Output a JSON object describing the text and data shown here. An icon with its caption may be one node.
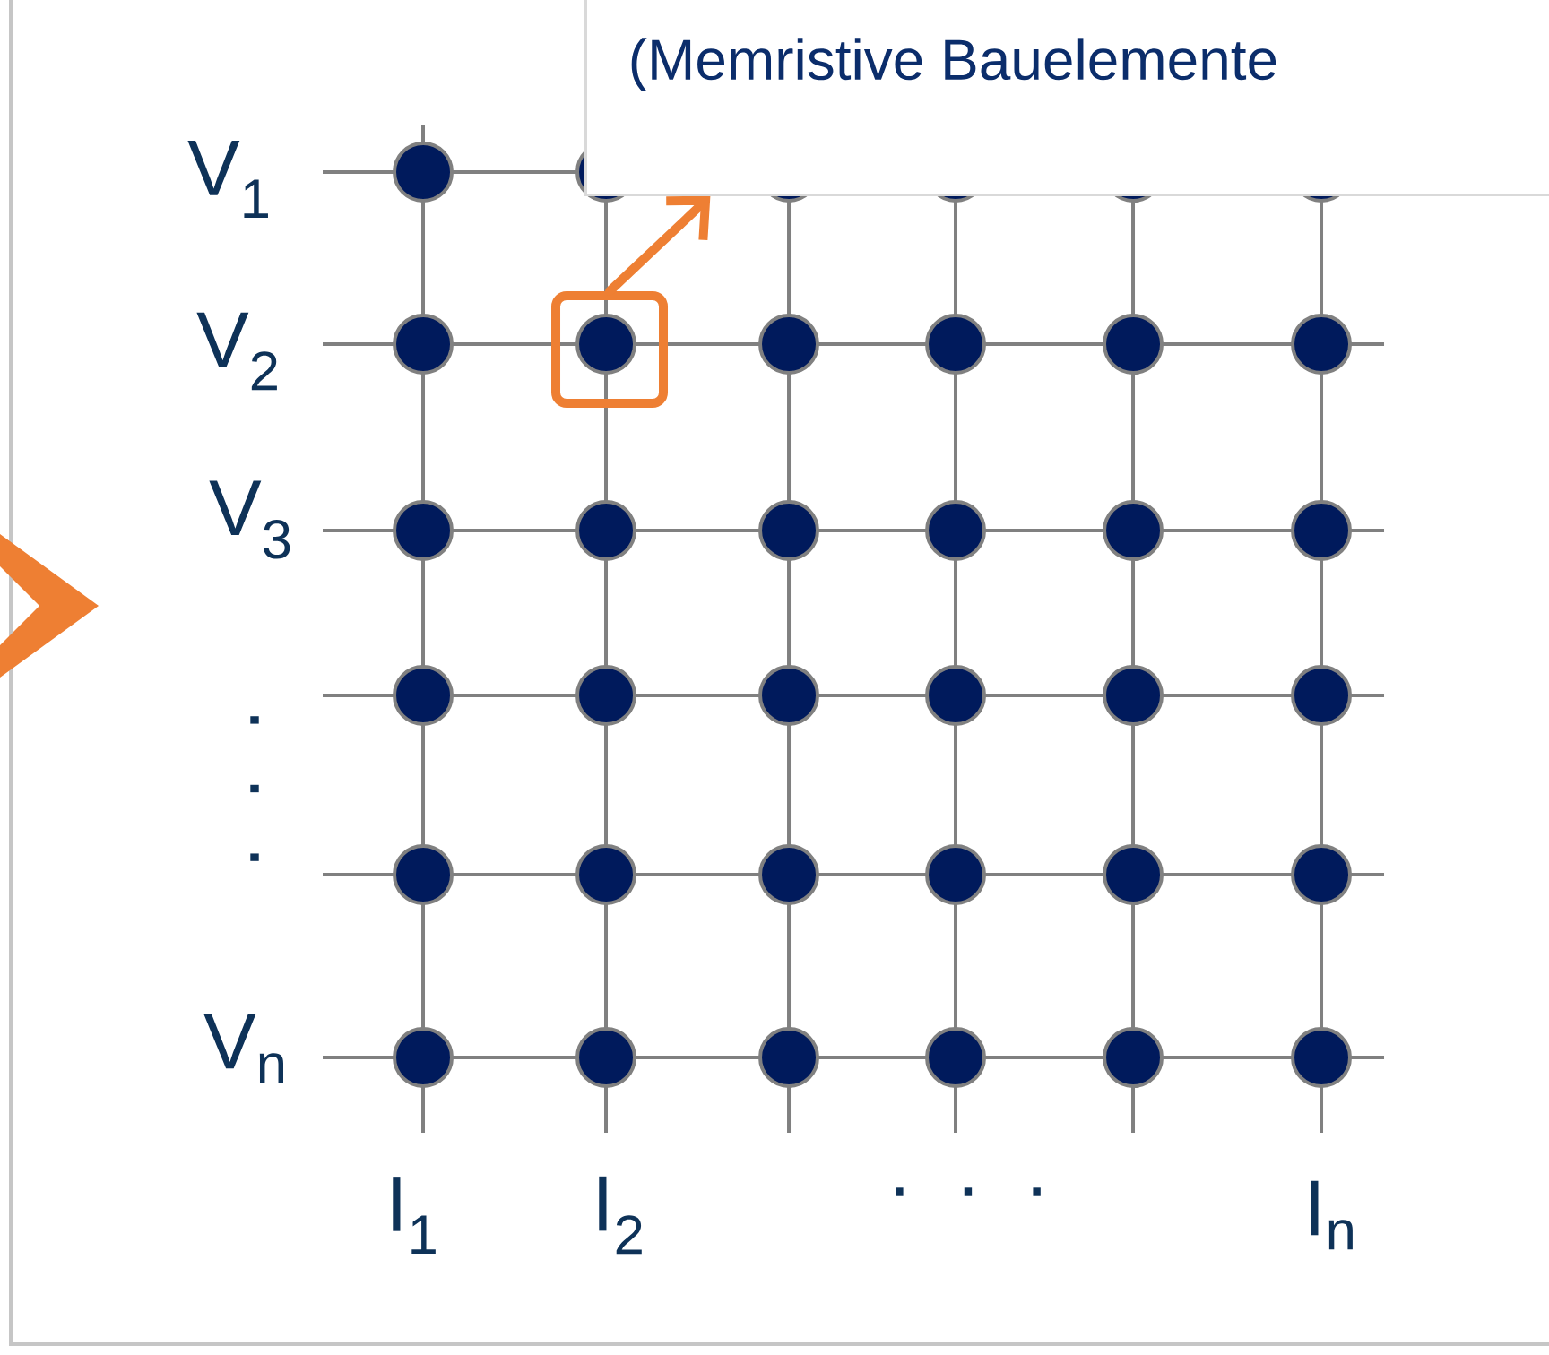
{
  "diagram": {
    "nodes": [
      {
        "text": [
          "(Memristive Bauelemente"
        ]
      },
      {
        "text": [],
        "shape": "box"
      }
    ],
    "edges": [
      {
        "from": 1,
        "to": 0,
        "arrow": "to"
      }
    ],
    "labels": [
      "V$_{1}$",
      "V$_{2}$",
      "V$_{3}$",
      ". . .",
      "V$_{n}$",
      "I$_{1}$",
      "I$_{2}$",
      ". . .",
      "I$_{n}$"
    ]
  }
}
